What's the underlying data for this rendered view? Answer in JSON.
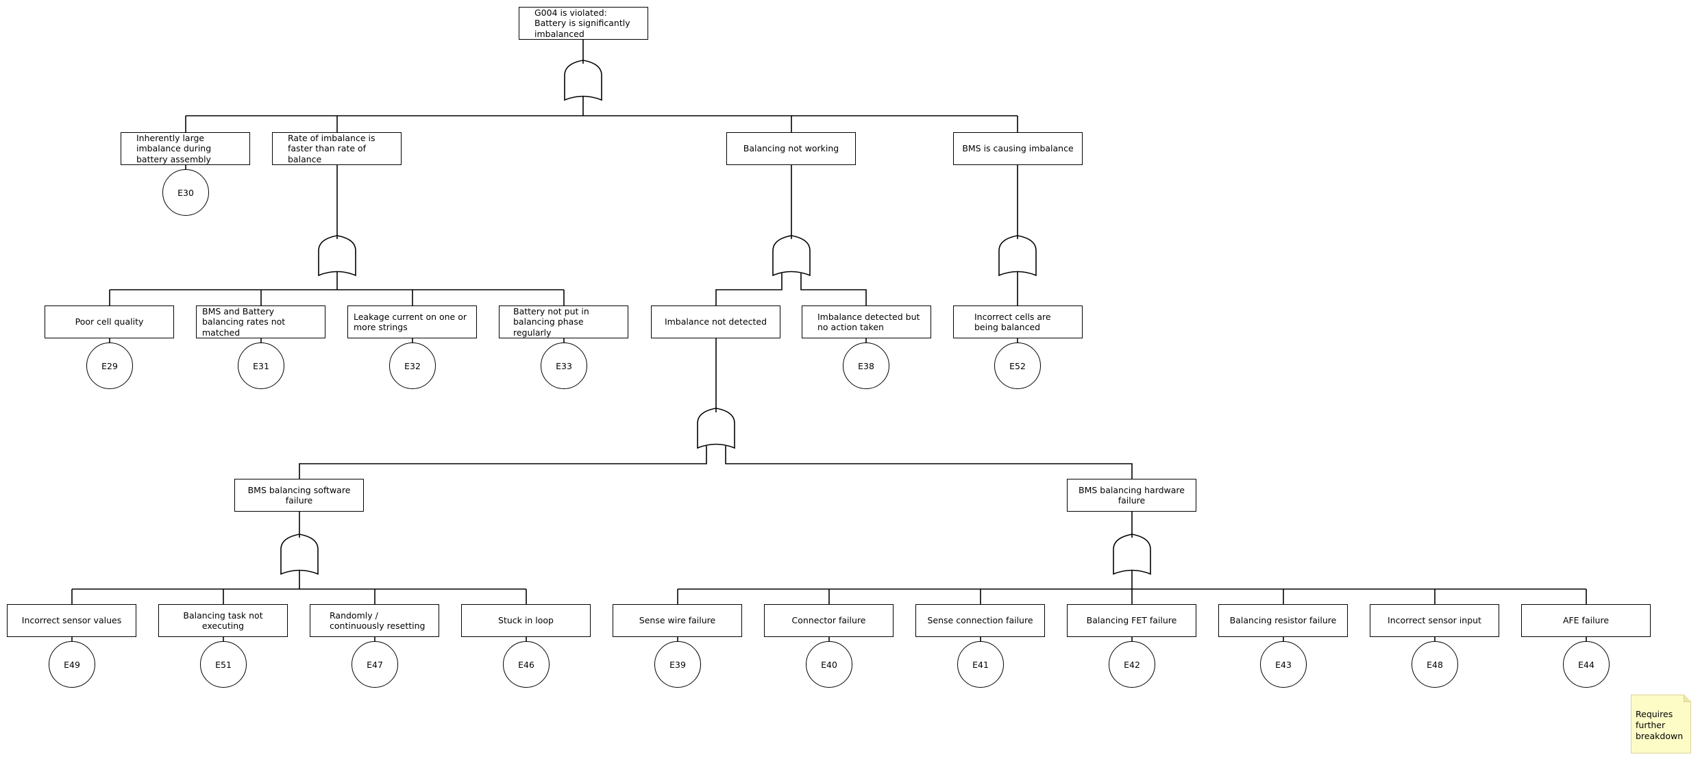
{
  "top_event": "G004 is violated: Battery is significantly imbalanced",
  "level1": {
    "inherent": "Inherently large imbalance during battery assembly",
    "rate": "Rate of imbalance is faster than rate of balance",
    "balancing": "Balancing not working",
    "bms_causing": "BMS is causing imbalance"
  },
  "level2": {
    "poor_cell": "Poor cell quality",
    "rates_not_matched": "BMS and Battery balancing rates not matched",
    "leakage": "Leakage current on one or more strings",
    "not_put": "Battery not put in balancing phase regularly",
    "not_detected": "Imbalance not detected",
    "detected_no_action": "Imbalance detected but no action taken",
    "incorrect_cells": "Incorrect cells are being balanced"
  },
  "level3": {
    "software": "BMS balancing software failure",
    "hardware": "BMS balancing hardware failure"
  },
  "level4": {
    "incorrect_sensor_values": "Incorrect sensor values",
    "task_not_executing": "Balancing task not executing",
    "resetting": "Randomly / continuously resetting",
    "stuck": "Stuck in loop",
    "sense_wire": "Sense wire failure",
    "connector": "Connector failure",
    "sense_connection": "Sense connection failure",
    "fet": "Balancing FET failure",
    "resistor": "Balancing resistor failure",
    "incorrect_sensor_input": "Incorrect sensor input",
    "afe": "AFE failure"
  },
  "event_ids": {
    "e30": "E30",
    "e29": "E29",
    "e31": "E31",
    "e32": "E32",
    "e33": "E33",
    "e38": "E38",
    "e52": "E52",
    "e49": "E49",
    "e51": "E51",
    "e47": "E47",
    "e46": "E46",
    "e39": "E39",
    "e40": "E40",
    "e41": "E41",
    "e42": "E42",
    "e43": "E43",
    "e48": "E48",
    "e44": "E44"
  },
  "note": "Requires further breakdown",
  "colors": {
    "line": "#000000",
    "note_fill": "#fefcc6",
    "note_border": "#d9d39a"
  }
}
